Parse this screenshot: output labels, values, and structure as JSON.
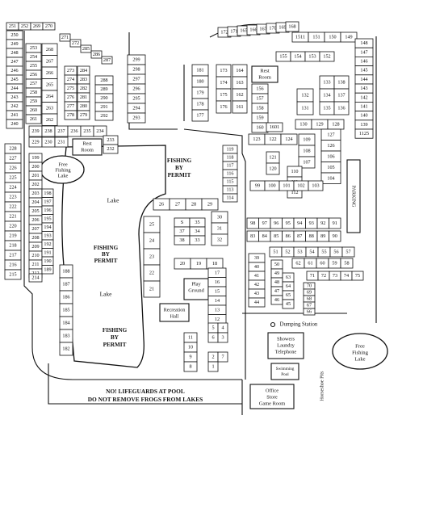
{
  "labels": {
    "fishing": "FISHING",
    "by": "BY",
    "permit": "PERMIT",
    "lake": "Lake",
    "free": "Free",
    "fishing_lc": "Fishing",
    "lake_lc": "Lake",
    "rest": "Rest",
    "room": "Room",
    "play": "Play",
    "ground": "Ground",
    "recreation": "Recreation",
    "hall": "Hall",
    "dumping_station": "Dumping Station",
    "showers": "Showers",
    "laundry": "Laundry",
    "telephone": "Telephone",
    "swimming": "Swimming",
    "pool": "Pool",
    "office": "Office",
    "store": "Store",
    "game_room": "Game Room",
    "parking": "PARKING",
    "horseshoe_pits": "Horseshoe Pits"
  },
  "notices": {
    "line1": "NO! LIFEGUARDS AT POOL",
    "line2": "DO NOT REMOVE FROGS FROM LAKES"
  },
  "sites": {
    "top_row": [
      "251",
      "252",
      "269",
      "270"
    ],
    "col_250": [
      "250",
      "249",
      "248",
      "247",
      "246",
      "245",
      "244",
      "243",
      "242",
      "241",
      "240"
    ],
    "col_253": [
      "253",
      "254",
      "255",
      "256",
      "257",
      "258",
      "259",
      "260",
      "261"
    ],
    "col_268": [
      "268",
      "267",
      "266",
      "265",
      "264",
      "263",
      "262"
    ],
    "diag_271": [
      "271",
      "272",
      "285",
      "286",
      "287"
    ],
    "col_273": [
      "273",
      "274",
      "275",
      "276",
      "277",
      "278"
    ],
    "col_284": [
      "284",
      "283",
      "282",
      "281",
      "280",
      "279"
    ],
    "col_288": [
      "288",
      "289",
      "290",
      "291",
      "292"
    ],
    "col_299": [
      "299",
      "298",
      "297",
      "296",
      "295",
      "294",
      "293"
    ],
    "row_239": [
      "239",
      "238",
      "237",
      "236",
      "235",
      "234"
    ],
    "row_229": [
      "229",
      "230",
      "231"
    ],
    "row_233": [
      "233",
      "232"
    ],
    "col_228": [
      "228",
      "227",
      "226",
      "225",
      "224",
      "223",
      "222",
      "221",
      "220",
      "219",
      "218",
      "217",
      "216",
      "215"
    ],
    "col_199": [
      "199",
      "200",
      "201",
      "202",
      "203",
      "204",
      "205",
      "206",
      "207",
      "208",
      "209",
      "210",
      "211",
      "212"
    ],
    "col_198": [
      "198",
      "197",
      "196",
      "195",
      "194",
      "193",
      "192",
      "191",
      "190",
      "189"
    ],
    "extra_214": [
      "214"
    ],
    "col_188": [
      "188",
      "187",
      "186",
      "185",
      "184",
      "183",
      "182"
    ],
    "mid_row": [
      "26",
      "27",
      "28",
      "29"
    ],
    "mid_25": [
      "25",
      "24",
      "23",
      "22",
      "21"
    ],
    "mid_block": [
      "S",
      "35",
      "37",
      "34",
      "38",
      "33"
    ],
    "mid_30": [
      "30",
      "31",
      "32"
    ],
    "mid_row_20": [
      "20",
      "19",
      "18"
    ],
    "col_17": [
      "17",
      "16",
      "15",
      "14",
      "13",
      "12"
    ],
    "col_5": [
      "5",
      "4",
      "6",
      "3"
    ],
    "col_11": [
      "11",
      "10",
      "9",
      "8"
    ],
    "pair_2": [
      "2",
      "7",
      "1"
    ],
    "col_119": [
      "119",
      "118",
      "117",
      "116",
      "115",
      "113",
      "114"
    ],
    "col_181": [
      "181",
      "180",
      "179",
      "178",
      "177"
    ],
    "col_173": [
      "173",
      "174",
      "175",
      "176"
    ],
    "col_164": [
      "164",
      "163",
      "162",
      "161"
    ],
    "arc_172": [
      "172",
      "171",
      "165",
      "166",
      "167",
      "170",
      "169",
      "168"
    ],
    "col_156": [
      "156",
      "157",
      "158",
      "159",
      "160"
    ],
    "row_1511": [
      "1511",
      "151",
      "150",
      "149"
    ],
    "row_155": [
      "155",
      "154",
      "153",
      "152"
    ],
    "col_148": [
      "148",
      "147",
      "146",
      "145",
      "144",
      "143",
      "142",
      "141",
      "140",
      "139",
      "1125"
    ],
    "col_132": [
      "132",
      "131"
    ],
    "col_133": [
      "133",
      "134",
      "135"
    ],
    "col_138": [
      "138",
      "137",
      "136"
    ],
    "row_130": [
      "130",
      "129",
      "128"
    ],
    "row_1601": [
      "1601"
    ],
    "row_123": [
      "123",
      "122",
      "124"
    ],
    "col_121": [
      "121",
      "120"
    ],
    "col_127": [
      "127",
      "126",
      "106",
      "105",
      "104"
    ],
    "col_109": [
      "109",
      "108",
      "107"
    ],
    "col_110": [
      "110",
      "111",
      "112"
    ],
    "row_99": [
      "99",
      "100",
      "101",
      "102",
      "103"
    ],
    "row_91": [
      "98",
      "97",
      "96",
      "95",
      "94",
      "93",
      "92",
      "91"
    ],
    "row_90": [
      "83",
      "84",
      "85",
      "86",
      "87",
      "88",
      "89",
      "90"
    ],
    "row_57": [
      "51",
      "52",
      "53",
      "54",
      "55",
      "56",
      "57"
    ],
    "row_58": [
      "62",
      "61",
      "60",
      "59",
      "58"
    ],
    "col_39": [
      "39",
      "40",
      "41",
      "42",
      "43",
      "44"
    ],
    "col_50": [
      "50",
      "49",
      "48",
      "47",
      "46"
    ],
    "col_63": [
      "63",
      "64",
      "65",
      "45"
    ],
    "row_71": [
      "71",
      "72",
      "73",
      "74",
      "75"
    ],
    "col_70": [
      "70",
      "69",
      "68",
      "67",
      "66"
    ]
  }
}
